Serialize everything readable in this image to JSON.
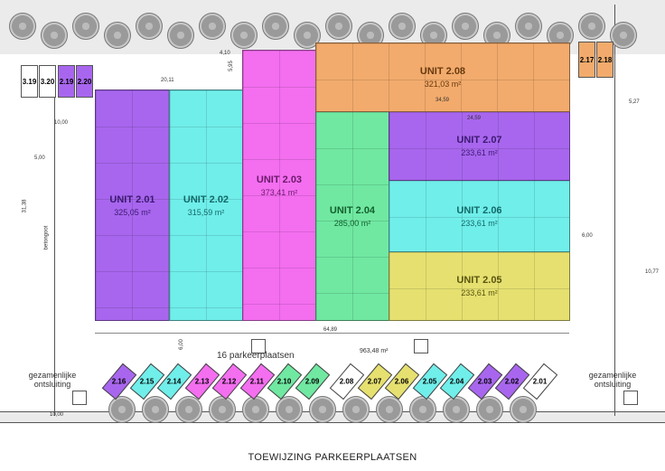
{
  "title": "TOEWIJZING PARKEERPLAATSEN",
  "parking_count_label": "16 parkeerplaatsen",
  "access_label_left": "gezamenlijke ontsluiting",
  "access_label_right": "gezamenlijke ontsluiting",
  "total_area": "963,48 m²",
  "units": [
    {
      "name": "UNIT 2.01",
      "area": "325,05 m²",
      "color": "#a866ee"
    },
    {
      "name": "UNIT 2.02",
      "area": "315,59 m²",
      "color": "#70eeea"
    },
    {
      "name": "UNIT 2.03",
      "area": "373,41 m²",
      "color": "#f46ef0"
    },
    {
      "name": "UNIT 2.04",
      "area": "285,00 m²",
      "color": "#70e8a2"
    },
    {
      "name": "UNIT 2.05",
      "area": "233,61 m²",
      "color": "#e6e070"
    },
    {
      "name": "UNIT 2.06",
      "area": "233,61 m²",
      "color": "#70eeea"
    },
    {
      "name": "UNIT 2.07",
      "area": "233,61 m²",
      "color": "#a866ee"
    },
    {
      "name": "UNIT 2.08",
      "area": "321,03 m²",
      "color": "#f2ab6c"
    }
  ],
  "top_slots": [
    {
      "label": "3.19",
      "color": "#ffffff"
    },
    {
      "label": "3.20",
      "color": "#ffffff"
    },
    {
      "label": "2.19",
      "color": "#a866ee"
    },
    {
      "label": "2.20",
      "color": "#a866ee"
    },
    {
      "label": "2.17",
      "color": "#f2ab6c"
    },
    {
      "label": "2.18",
      "color": "#f2ab6c"
    }
  ],
  "bottom_slots": [
    {
      "label": "2.16",
      "color": "#a866ee"
    },
    {
      "label": "2.15",
      "color": "#70eeea"
    },
    {
      "label": "2.14",
      "color": "#70eeea"
    },
    {
      "label": "2.13",
      "color": "#f46ef0"
    },
    {
      "label": "2.12",
      "color": "#f46ef0"
    },
    {
      "label": "2.11",
      "color": "#f46ef0"
    },
    {
      "label": "2.10",
      "color": "#70e8a2"
    },
    {
      "label": "2.09",
      "color": "#70e8a2"
    },
    {
      "label": "2.08",
      "color": "#ffffff"
    },
    {
      "label": "2.07",
      "color": "#e6e070"
    },
    {
      "label": "2.06",
      "color": "#e6e070"
    },
    {
      "label": "2.05",
      "color": "#70eeea"
    },
    {
      "label": "2.04",
      "color": "#70eeea"
    },
    {
      "label": "2.03",
      "color": "#a866ee"
    },
    {
      "label": "2.02",
      "color": "#a866ee"
    },
    {
      "label": "2.01",
      "color": "#ffffff"
    }
  ],
  "dimensions": {
    "d1": "20,11",
    "d2": "4,10",
    "d3": "5,95",
    "d4": "64,89",
    "d5": "34,59",
    "d6": "24,59",
    "d7": "10,00",
    "d8": "6,00",
    "d9": "31,38",
    "d10": "5,27",
    "d11": "10,77",
    "d12": "5,00",
    "d13": "betongoot",
    "d14": "10,00",
    "d15": "6,00"
  }
}
